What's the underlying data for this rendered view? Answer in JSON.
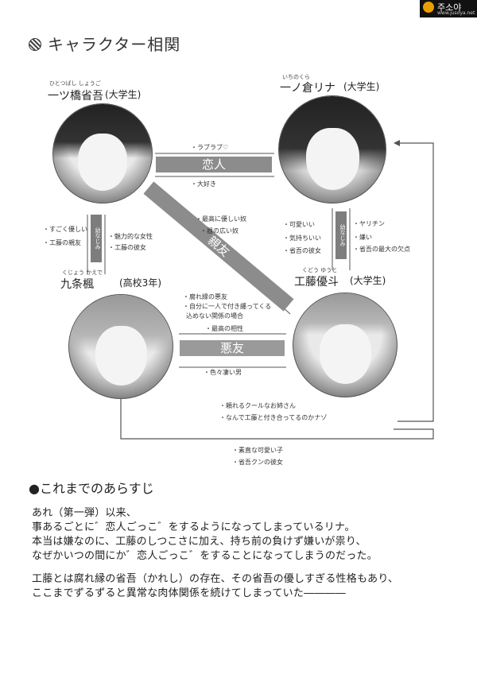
{
  "page": {
    "heading": "キャラクター相関",
    "watermark": "주소야",
    "watermark_sub": "www.jusoya.net",
    "characters": [
      {
        "ruby": "ひとつばし しょうご",
        "name": "一ツ橋省吾",
        "role": "(大学生)"
      },
      {
        "ruby": "いちのくら",
        "name": "一ノ倉リナ",
        "role": "(大学生)"
      },
      {
        "ruby": "くじょう かえで",
        "name": "九条楓",
        "role": "(高校3年)"
      },
      {
        "ruby": "くどう ゆうと",
        "name": "工藤優斗",
        "role": "(大学生)"
      }
    ],
    "relations": {
      "lovers_label": "恋人",
      "lovers_top_note": "・ラブラブ♡",
      "lovers_bottom_note": "・大好き",
      "friend_label": "親友",
      "friend_notes": [
        "・最高に優しい奴",
        "・器の広い奴"
      ],
      "left_vertical_label": "幼なじみ",
      "left_notes_left": [
        "・すごく優しい",
        "・工藤の親友"
      ],
      "left_notes_right": [
        "・魅力的な女性",
        "・工藤の彼女"
      ],
      "right_vertical_label": "幼なじみ",
      "right_notes_left": [
        "・可愛いい",
        "・気持ちいい",
        "・省吾の彼女"
      ],
      "right_notes_right": [
        "・ヤリチン",
        "・嫌い",
        "・省吾の最大の欠点"
      ],
      "kaede_notes": [
        "・腐れ縁の悪友",
        "・自分に一人で付き纏ってくる",
        "込めない関係の場合"
      ],
      "second_band_label": "悪友",
      "second_band_note": "・最高の相性",
      "second_band_bottom": "・色々凄い男",
      "kudou_to_kaede": [
        "・頼れるクールなお姉さん",
        "・なんで工藤と付き合ってるのかナゾ"
      ],
      "outer_notes": [
        "・素直な可愛い子",
        "・省吾クンの彼女"
      ]
    },
    "summary": {
      "heading": "●これまでのあらすじ",
      "lines": [
        "あれ（第一弾）以来、",
        "事あるごとに゛恋人ごっこ゛をするようになってしまっているリナ。",
        "本当は嫌なのに、工藤のしつこさに加え、持ち前の負けず嫌いが祟り、",
        "なぜかいつの間にか゛恋人ごっこ゛をすることになってしまうのだった。",
        "工藤とは腐れ縁の省吾（かれし）の存在、その省吾の優しすぎる性格もあり、",
        "ここまでずるずると異常な肉体関係を続けてしまっていた――――"
      ]
    }
  }
}
